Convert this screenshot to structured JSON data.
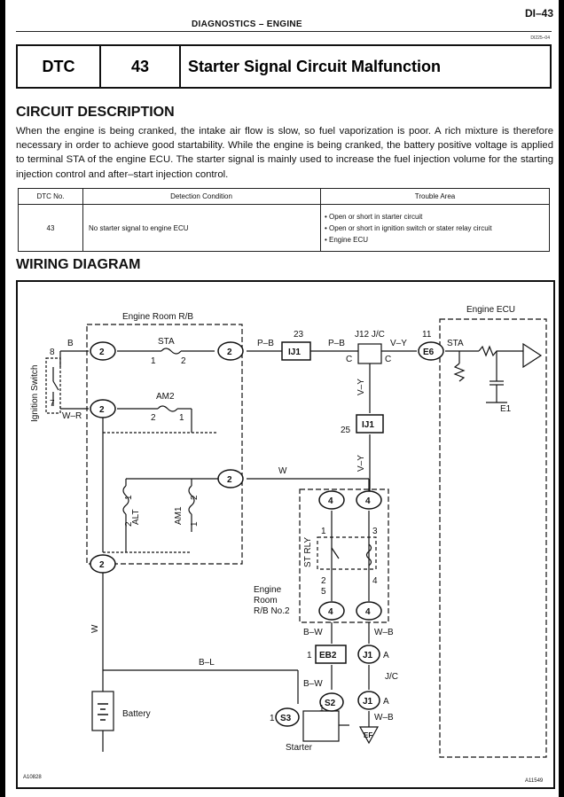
{
  "header": {
    "page_code": "DI–43",
    "running_title": "DIAGNOSTICS – ENGINE",
    "small_code": "DI225–04"
  },
  "dtc_row": {
    "label": "DTC",
    "code": "43",
    "title": "Starter Signal Circuit Malfunction"
  },
  "circuit_description": {
    "title": "CIRCUIT DESCRIPTION",
    "text": "When the engine is being cranked, the intake air flow is slow, so fuel vaporization is poor. A rich mixture is therefore necessary in order to achieve good startability. While the engine is being cranked, the battery positive voltage is applied to terminal STA of the engine ECU. The starter signal is mainly used to increase the fuel injection volume for the starting injection control and after–start injection control."
  },
  "trouble_table": {
    "headers": [
      "DTC No.",
      "Detection Condition",
      "Trouble Area"
    ],
    "rows": [
      {
        "dtc_no": "43",
        "condition": "No starter signal to engine ECU",
        "areas": [
          "• Open or short in starter circuit",
          "• Open or short in ignition switch or stater relay circuit",
          "• Engine ECU"
        ]
      }
    ]
  },
  "wiring": {
    "title": "WIRING DIAGRAM",
    "labels": {
      "engine_room_rb": "Engine Room R/B",
      "engine_ecu": "Engine ECU",
      "ignition_switch": "Ignition Switch",
      "sta_fuse": "STA",
      "am2_fuse": "AM2",
      "alt_fuse": "ALT",
      "am1_fuse": "AM1",
      "st_rly": "ST RLY",
      "rb_no2_line1": "Engine",
      "rb_no2_line2": "Room",
      "rb_no2_line3": "R/B No.2",
      "jc_top": "J12 J/C",
      "jc_mid": "J/C",
      "battery": "Battery",
      "starter": "Starter",
      "ecu_sta": "STA",
      "ecu_e1": "E1",
      "fig_left": "A10828",
      "fig_right": "A11549"
    },
    "wires": {
      "b": "B",
      "w_r": "W–R",
      "p_b1": "P–B",
      "p_b2": "P–B",
      "v_y1": "V–Y",
      "v_y2": "V–Y",
      "v_y3": "V–Y",
      "w1": "W",
      "w2": "W",
      "b_l": "B–L",
      "b_w1": "B–W",
      "b_w2": "B–W",
      "w_b1": "W–B",
      "w_b2": "W–B"
    },
    "connectors": {
      "ij1": "IJ1",
      "ij1b": "IJ1",
      "e6": "E6",
      "eb2": "EB2",
      "j1a": "J1",
      "j1b": "J1",
      "s2": "S2",
      "s3": "S3",
      "ef": "EF"
    },
    "pins": {
      "p2": "2",
      "p4": "4",
      "p1": "1",
      "p3": "3",
      "p5": "5",
      "p7": "7",
      "p8": "8",
      "p11": "11",
      "p23": "23",
      "p25": "25",
      "a": "A",
      "c": "C"
    }
  }
}
